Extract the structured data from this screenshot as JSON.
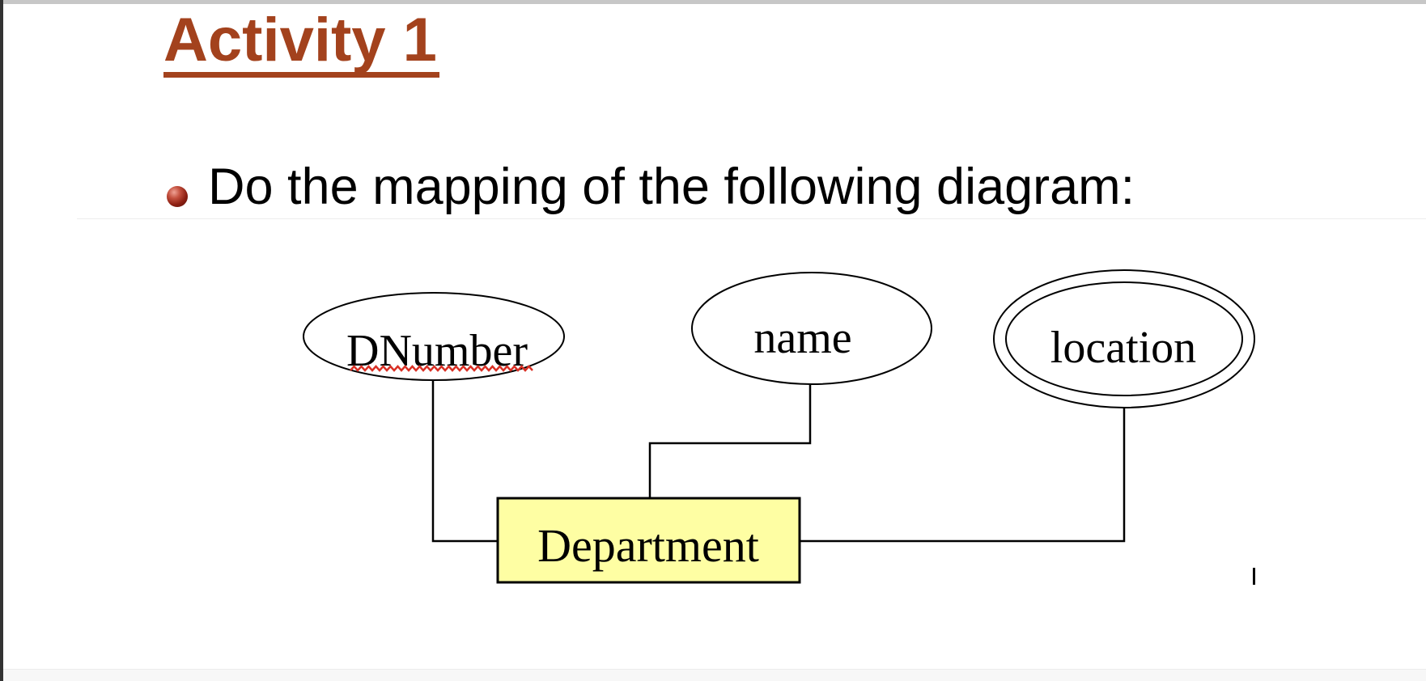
{
  "slide": {
    "title": "Activity 1",
    "title_color": "#A3421D",
    "bullet_text": "Do the mapping of the following diagram:",
    "text_color": "#000000"
  },
  "diagram": {
    "entity": {
      "label": "Department",
      "fill_color": "#FEFEA3",
      "stroke_color": "#000000"
    },
    "attributes": [
      {
        "label": "DNumber",
        "shape": "ellipse",
        "underline": "red-squiggle"
      },
      {
        "label": "name",
        "shape": "ellipse"
      },
      {
        "label": "location",
        "shape": "double-ellipse"
      }
    ],
    "line_color": "#000000",
    "squiggle_color": "#D93025"
  },
  "cursor": {
    "visible": true
  }
}
